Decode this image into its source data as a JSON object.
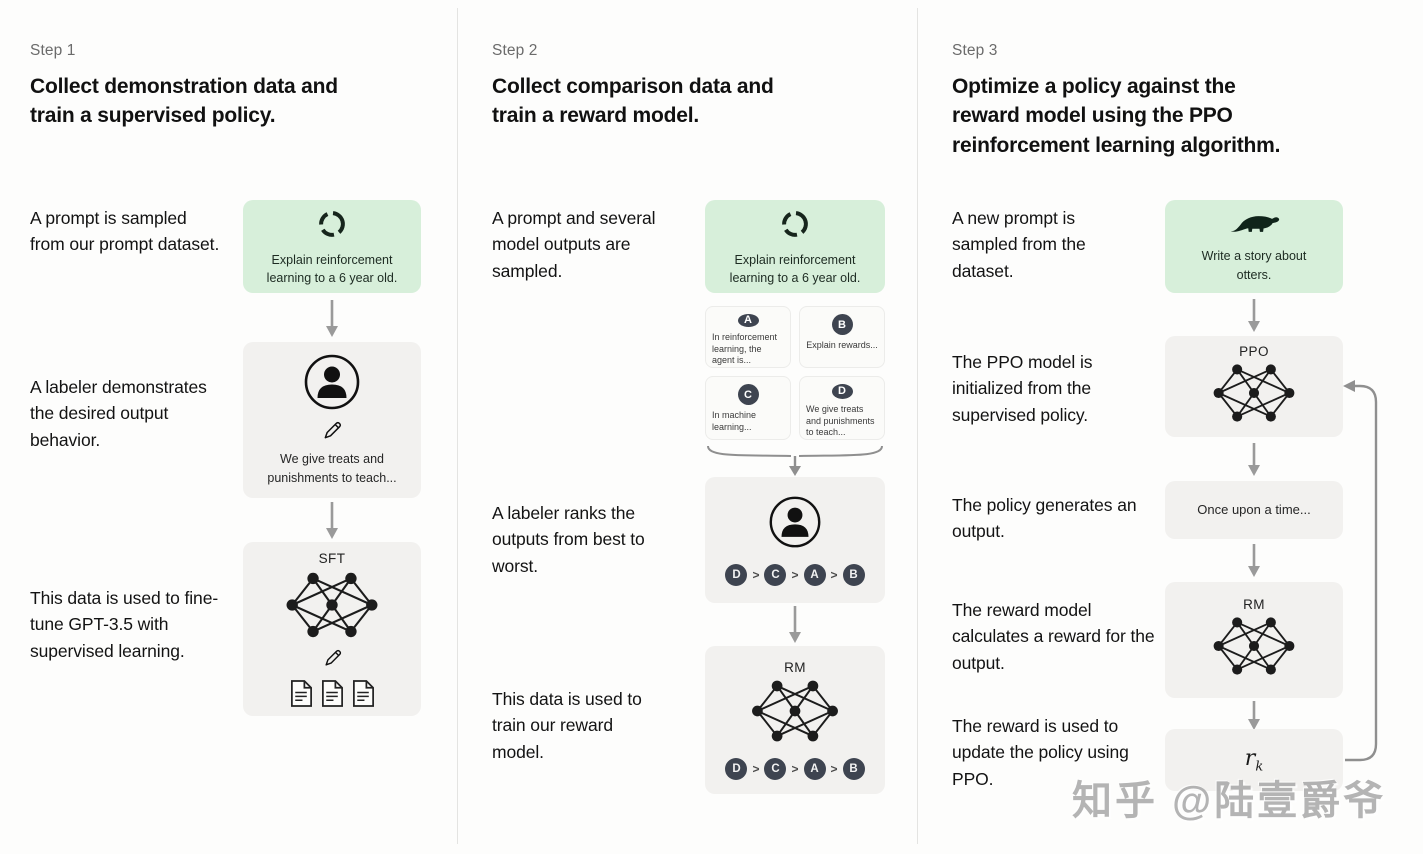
{
  "colors": {
    "green_card": "#d7efda",
    "gray_card": "#f2f1ef",
    "badge_dark": "#3e4450",
    "arrow_gray": "#9a9a9a",
    "step_label_gray": "#6b6b6b",
    "text_dark": "#111111"
  },
  "icons": {
    "refresh": "cycle-arrows",
    "person": "user-silhouette-in-circle",
    "pencil": "pencil",
    "network": "neural-network-nodes",
    "documents": "three-documents",
    "otter": "otter-silhouette"
  },
  "step1": {
    "label": "Step 1",
    "title": "Collect demonstration data and train a supervised policy.",
    "texts": [
      "A prompt is sampled from our prompt dataset.",
      "A labeler demonstrates the desired output behavior.",
      "This data is used to fine-tune GPT-3.5 with supervised learning."
    ],
    "prompt_card": "Explain reinforcement learning to a 6 year old.",
    "labeler_card": "We give treats and punishments to teach...",
    "sft_label": "SFT"
  },
  "step2": {
    "label": "Step 2",
    "title": "Collect comparison data and train a reward model.",
    "texts": [
      "A prompt and several model outputs are sampled.",
      "A labeler ranks the outputs from best to worst.",
      "This data is used to train our reward model."
    ],
    "prompt_card": "Explain reinforcement learning to a 6 year old.",
    "outputs": [
      {
        "badge": "A",
        "text": "In reinforcement learning, the agent is..."
      },
      {
        "badge": "B",
        "text": "Explain rewards..."
      },
      {
        "badge": "C",
        "text": "In machine learning..."
      },
      {
        "badge": "D",
        "text": "We give treats and punishments to teach..."
      }
    ],
    "ranking": [
      "D",
      "C",
      "A",
      "B"
    ],
    "ranking_separator": ">",
    "rm_label": "RM"
  },
  "step3": {
    "label": "Step 3",
    "title": "Optimize a policy against the reward model using the PPO reinforcement learning algorithm.",
    "texts": [
      "A new prompt is sampled from the dataset.",
      "The PPO model is initialized from the supervised policy.",
      "The policy generates an output.",
      "The reward model calculates a reward for the output.",
      "The reward is used to update the policy using PPO."
    ],
    "prompt_card": "Write a story about otters.",
    "ppo_label": "PPO",
    "output_card": "Once upon a time...",
    "rm_label": "RM",
    "reward_label": "r",
    "reward_sub": "k"
  },
  "watermark": "知乎 @陆壹爵爷"
}
